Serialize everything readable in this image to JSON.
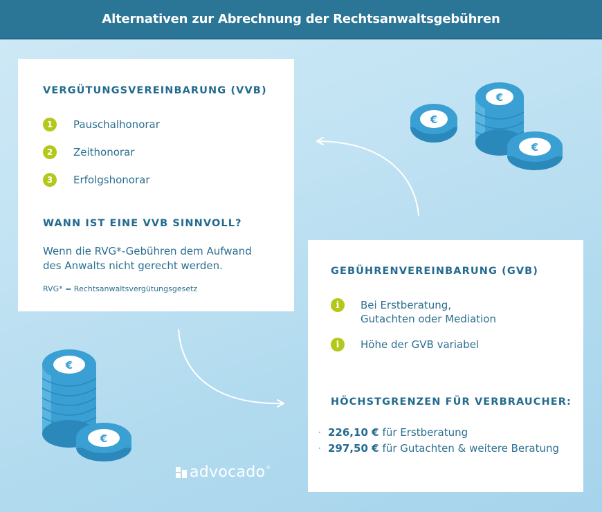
{
  "header": {
    "title": "Alternativen zur Abrechnung der Rechtsanwaltsgebühren"
  },
  "vvb_card": {
    "title": "VERGÜTUNGSVEREINBARUNG (VVB)",
    "items": [
      {
        "number": "1",
        "label": "Pauschalhonorar"
      },
      {
        "number": "2",
        "label": "Zeithonorar"
      },
      {
        "number": "3",
        "label": "Erfolgshonorar"
      }
    ],
    "when_title": "WANN IST EINE VVB SINNVOLL?",
    "when_text_line1": "Wenn die RVG*-Gebühren dem Aufwand",
    "when_text_line2": "des Anwalts nicht gerecht werden.",
    "footnote": "RVG* = Rechtsanwaltsvergütungsgesetz"
  },
  "gvb_card": {
    "title": "GEBÜHRENVEREINBARUNG (GVB)",
    "items": [
      {
        "icon": "info-icon",
        "glyph": "i",
        "line1": "Bei Erstberatung,",
        "line2": "Gutachten oder Mediation"
      },
      {
        "icon": "info-icon",
        "glyph": "i",
        "line1": "Höhe der GVB variabel"
      }
    ],
    "limits_title": "HÖCHSTGRENZEN FÜR VERBRAUCHER:",
    "limits": [
      {
        "bullet": "·",
        "amount": "226,10 €",
        "text": "für Erstberatung"
      },
      {
        "bullet": "·",
        "amount": "297,50 €",
        "text": "für Gutachten & weitere Beratung"
      }
    ]
  },
  "logo": {
    "text": "advocado",
    "registered": "®"
  },
  "colors": {
    "header_bg": "#2b7596",
    "heading_text": "#236b8e",
    "body_text": "#2b6f90",
    "badge_green": "#b4c81b",
    "coin_blue": "#3a9fd3",
    "coin_dark": "#2a88bb",
    "background_light": "#cfe9f6",
    "background_dark": "#a6d4ec"
  },
  "decorations": {
    "coin_symbol": "€"
  }
}
